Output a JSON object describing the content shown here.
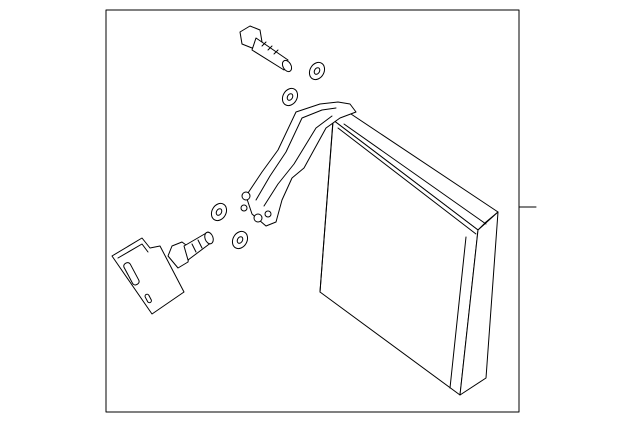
{
  "diagram": {
    "stroke_color": "#000000",
    "background_color": "#ffffff",
    "parts": [
      "evaporator-core",
      "bracket-tube",
      "bolt-upper",
      "bolt-lower",
      "washer",
      "clip-plate"
    ]
  }
}
